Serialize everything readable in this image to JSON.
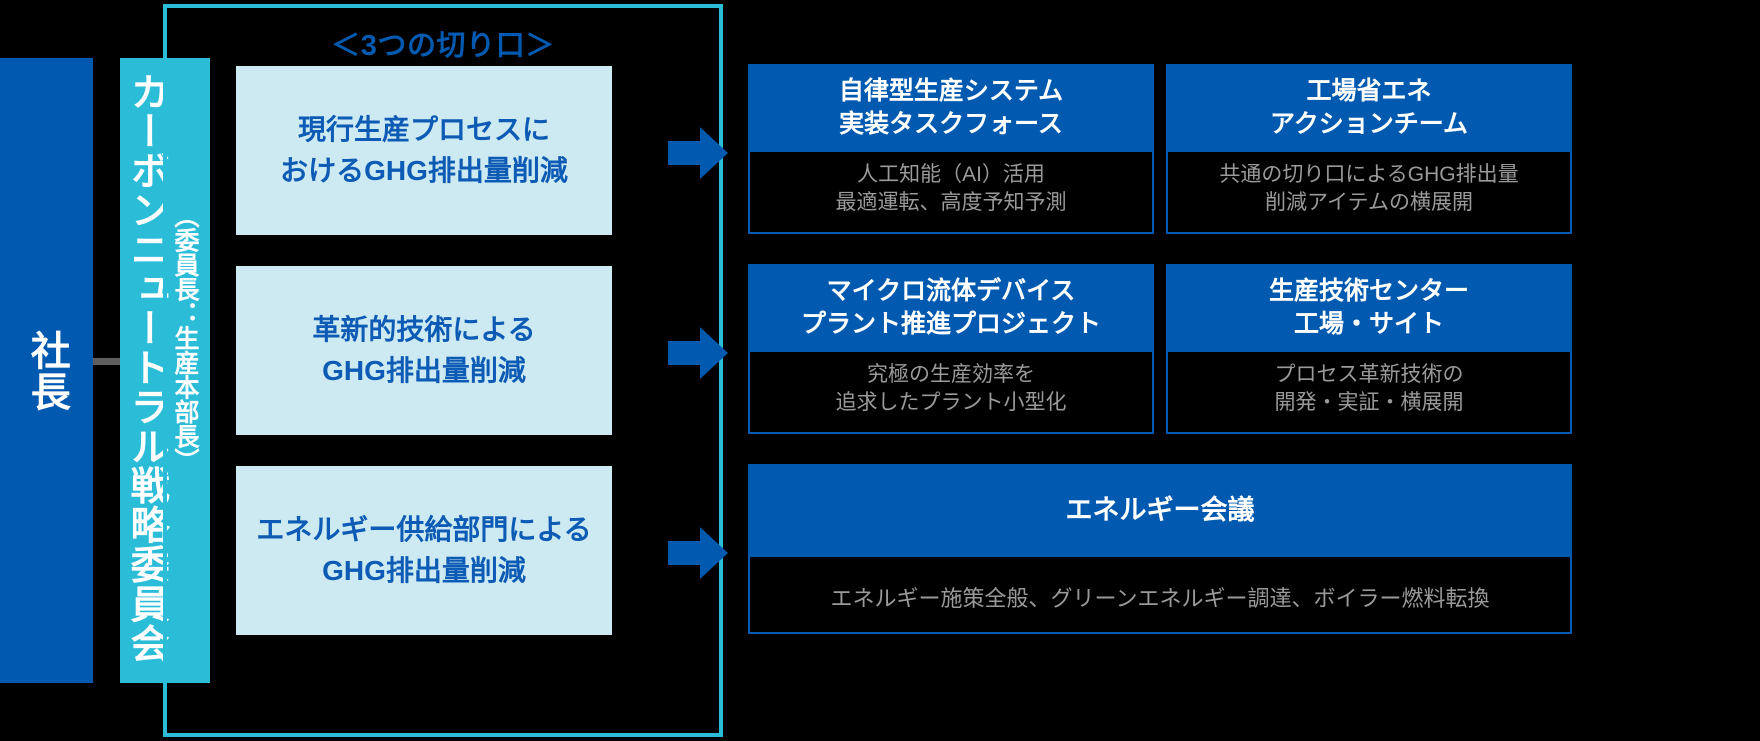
{
  "org": {
    "president_label": "社長",
    "committee_main_label": "カーボンニュートラル戦略委員会",
    "committee_sub_label": "（委員長：生産本部長）"
  },
  "kiriguchi": {
    "title": "＜3つの切り口＞",
    "items": [
      {
        "label": "現行生産プロセスに\nおけるGHG排出量削減"
      },
      {
        "label": "革新的技術による\nGHG排出量削減"
      },
      {
        "label": "エネルギー供給部門による\nGHG排出量削減"
      }
    ]
  },
  "arrows": {
    "arrow_1_name": "arrow-right-icon",
    "arrow_2_name": "arrow-right-icon",
    "arrow_3_name": "arrow-right-icon"
  },
  "teams": {
    "row1": [
      {
        "title": "自律型生産システム\n実装タスクフォース",
        "desc": "人工知能（AI）活用\n最適運転、高度予知予測"
      },
      {
        "title": "工場省エネ\nアクションチーム",
        "desc": "共通の切り口によるGHG排出量\n削減アイテムの横展開"
      }
    ],
    "row2": [
      {
        "title": "マイクロ流体デバイス\nプラント推進プロジェクト",
        "desc": "究極の生産効率を\n追求したプラント小型化"
      },
      {
        "title": "生産技術センター\n工場・サイト",
        "desc": "プロセス革新技術の\n開発・実証・横展開"
      }
    ],
    "row3": [
      {
        "title": "エネルギー会議",
        "desc": "エネルギー施策全般、グリーンエネルギー調達、ボイラー燃料転換"
      }
    ]
  },
  "colors": {
    "background": "#000000",
    "deep_blue": "#0159b0",
    "cyan": "#2bbcd8",
    "pale_blue": "#cdeaf2",
    "text_blue": "#0d5bb5",
    "gray_text": "#9a9a9a",
    "connector_gray": "#5f5f5f"
  }
}
